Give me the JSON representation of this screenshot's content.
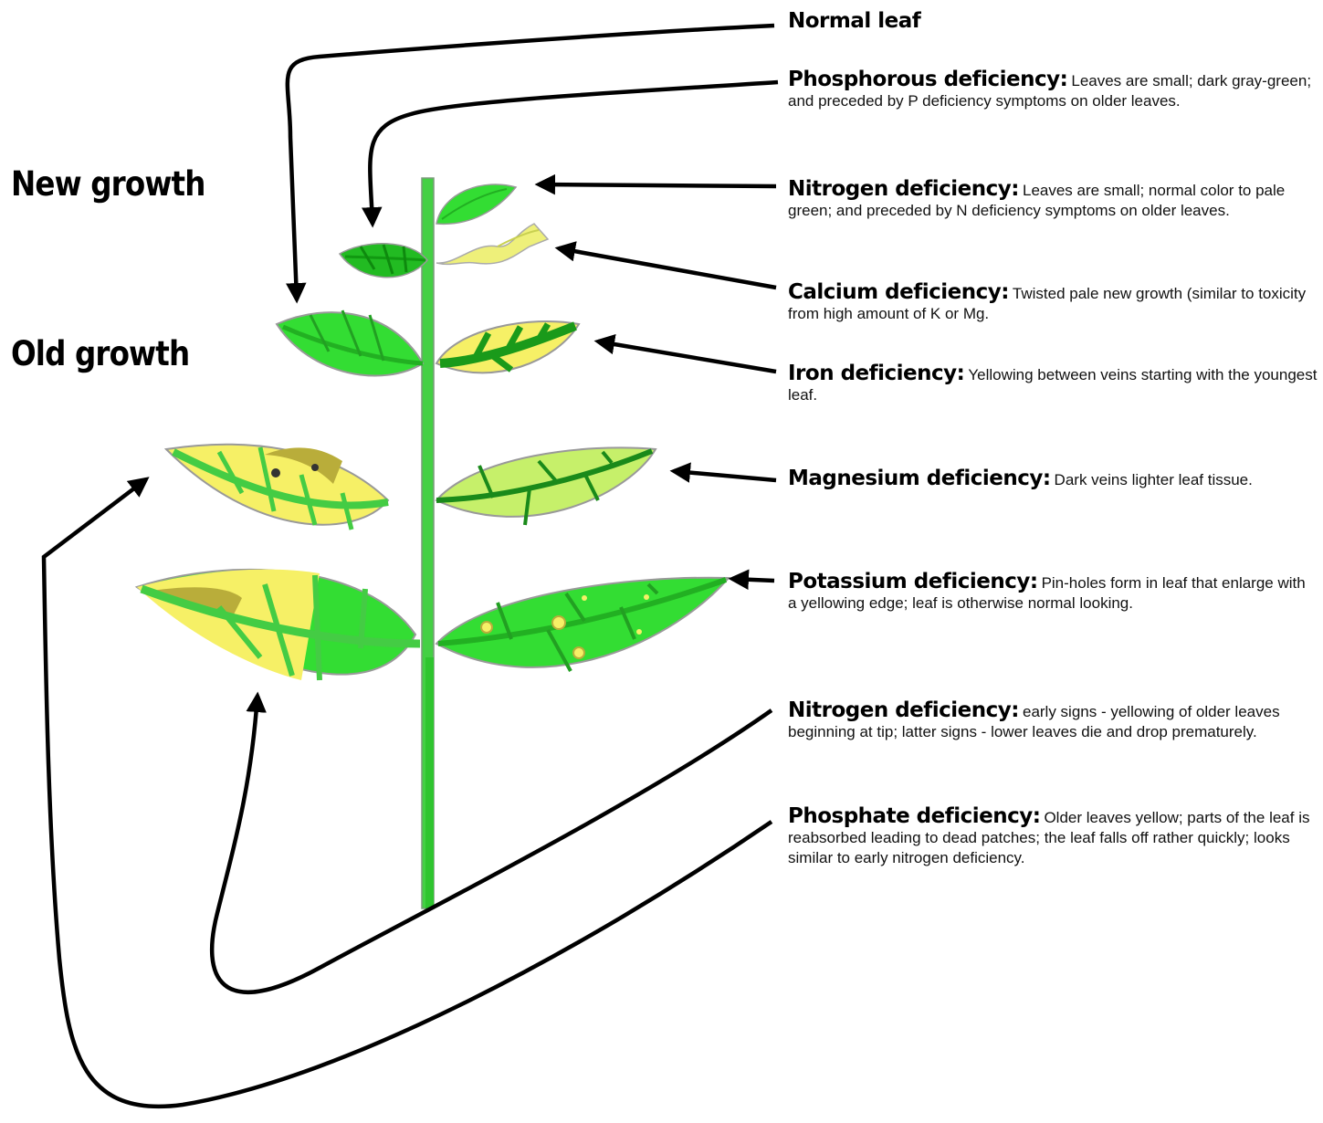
{
  "zones": {
    "new_growth": "New growth",
    "old_growth": "Old growth"
  },
  "notes": [
    {
      "key": "normal",
      "title": "Normal leaf",
      "text": ""
    },
    {
      "key": "phosphorous_new",
      "title": "Phosphorous deficiency:",
      "text": "Leaves are small; dark gray-green; and preceded by P deficiency symptoms on older leaves."
    },
    {
      "key": "nitrogen_new",
      "title": "Nitrogen deficiency:",
      "text": "Leaves are small; normal color to pale green; and preceded by N deficiency symptoms on older leaves."
    },
    {
      "key": "calcium",
      "title": "Calcium deficiency:",
      "text": "Twisted pale new growth (similar to toxicity from high amount of K or Mg."
    },
    {
      "key": "iron",
      "title": "Iron deficiency:",
      "text": "Yellowing between veins starting with the youngest leaf."
    },
    {
      "key": "magnesium",
      "title": "Magnesium deficiency:",
      "text": "Dark veins lighter leaf tissue."
    },
    {
      "key": "potassium",
      "title": "Potassium deficiency:",
      "text": "Pin-holes form in leaf that enlarge with a yellowing edge; leaf is otherwise normal looking."
    },
    {
      "key": "nitrogen_old",
      "title": "Nitrogen deficiency:",
      "text": "early signs - yellowing of older leaves beginning at tip; latter signs - lower leaves die and drop prematurely."
    },
    {
      "key": "phosphate",
      "title": "Phosphate deficiency:",
      "text": "Older leaves yellow; parts of the leaf is reabsorbed leading to dead patches; the leaf falls off rather quickly; looks similar to early nitrogen deficiency."
    }
  ],
  "colors": {
    "leaf_green": "#33dd33",
    "dark_green": "#1a9a1a",
    "yellow": "#f6f066",
    "pale_green": "#c6f06a",
    "brown": "#b9ad3a",
    "stem": "#44d044"
  }
}
